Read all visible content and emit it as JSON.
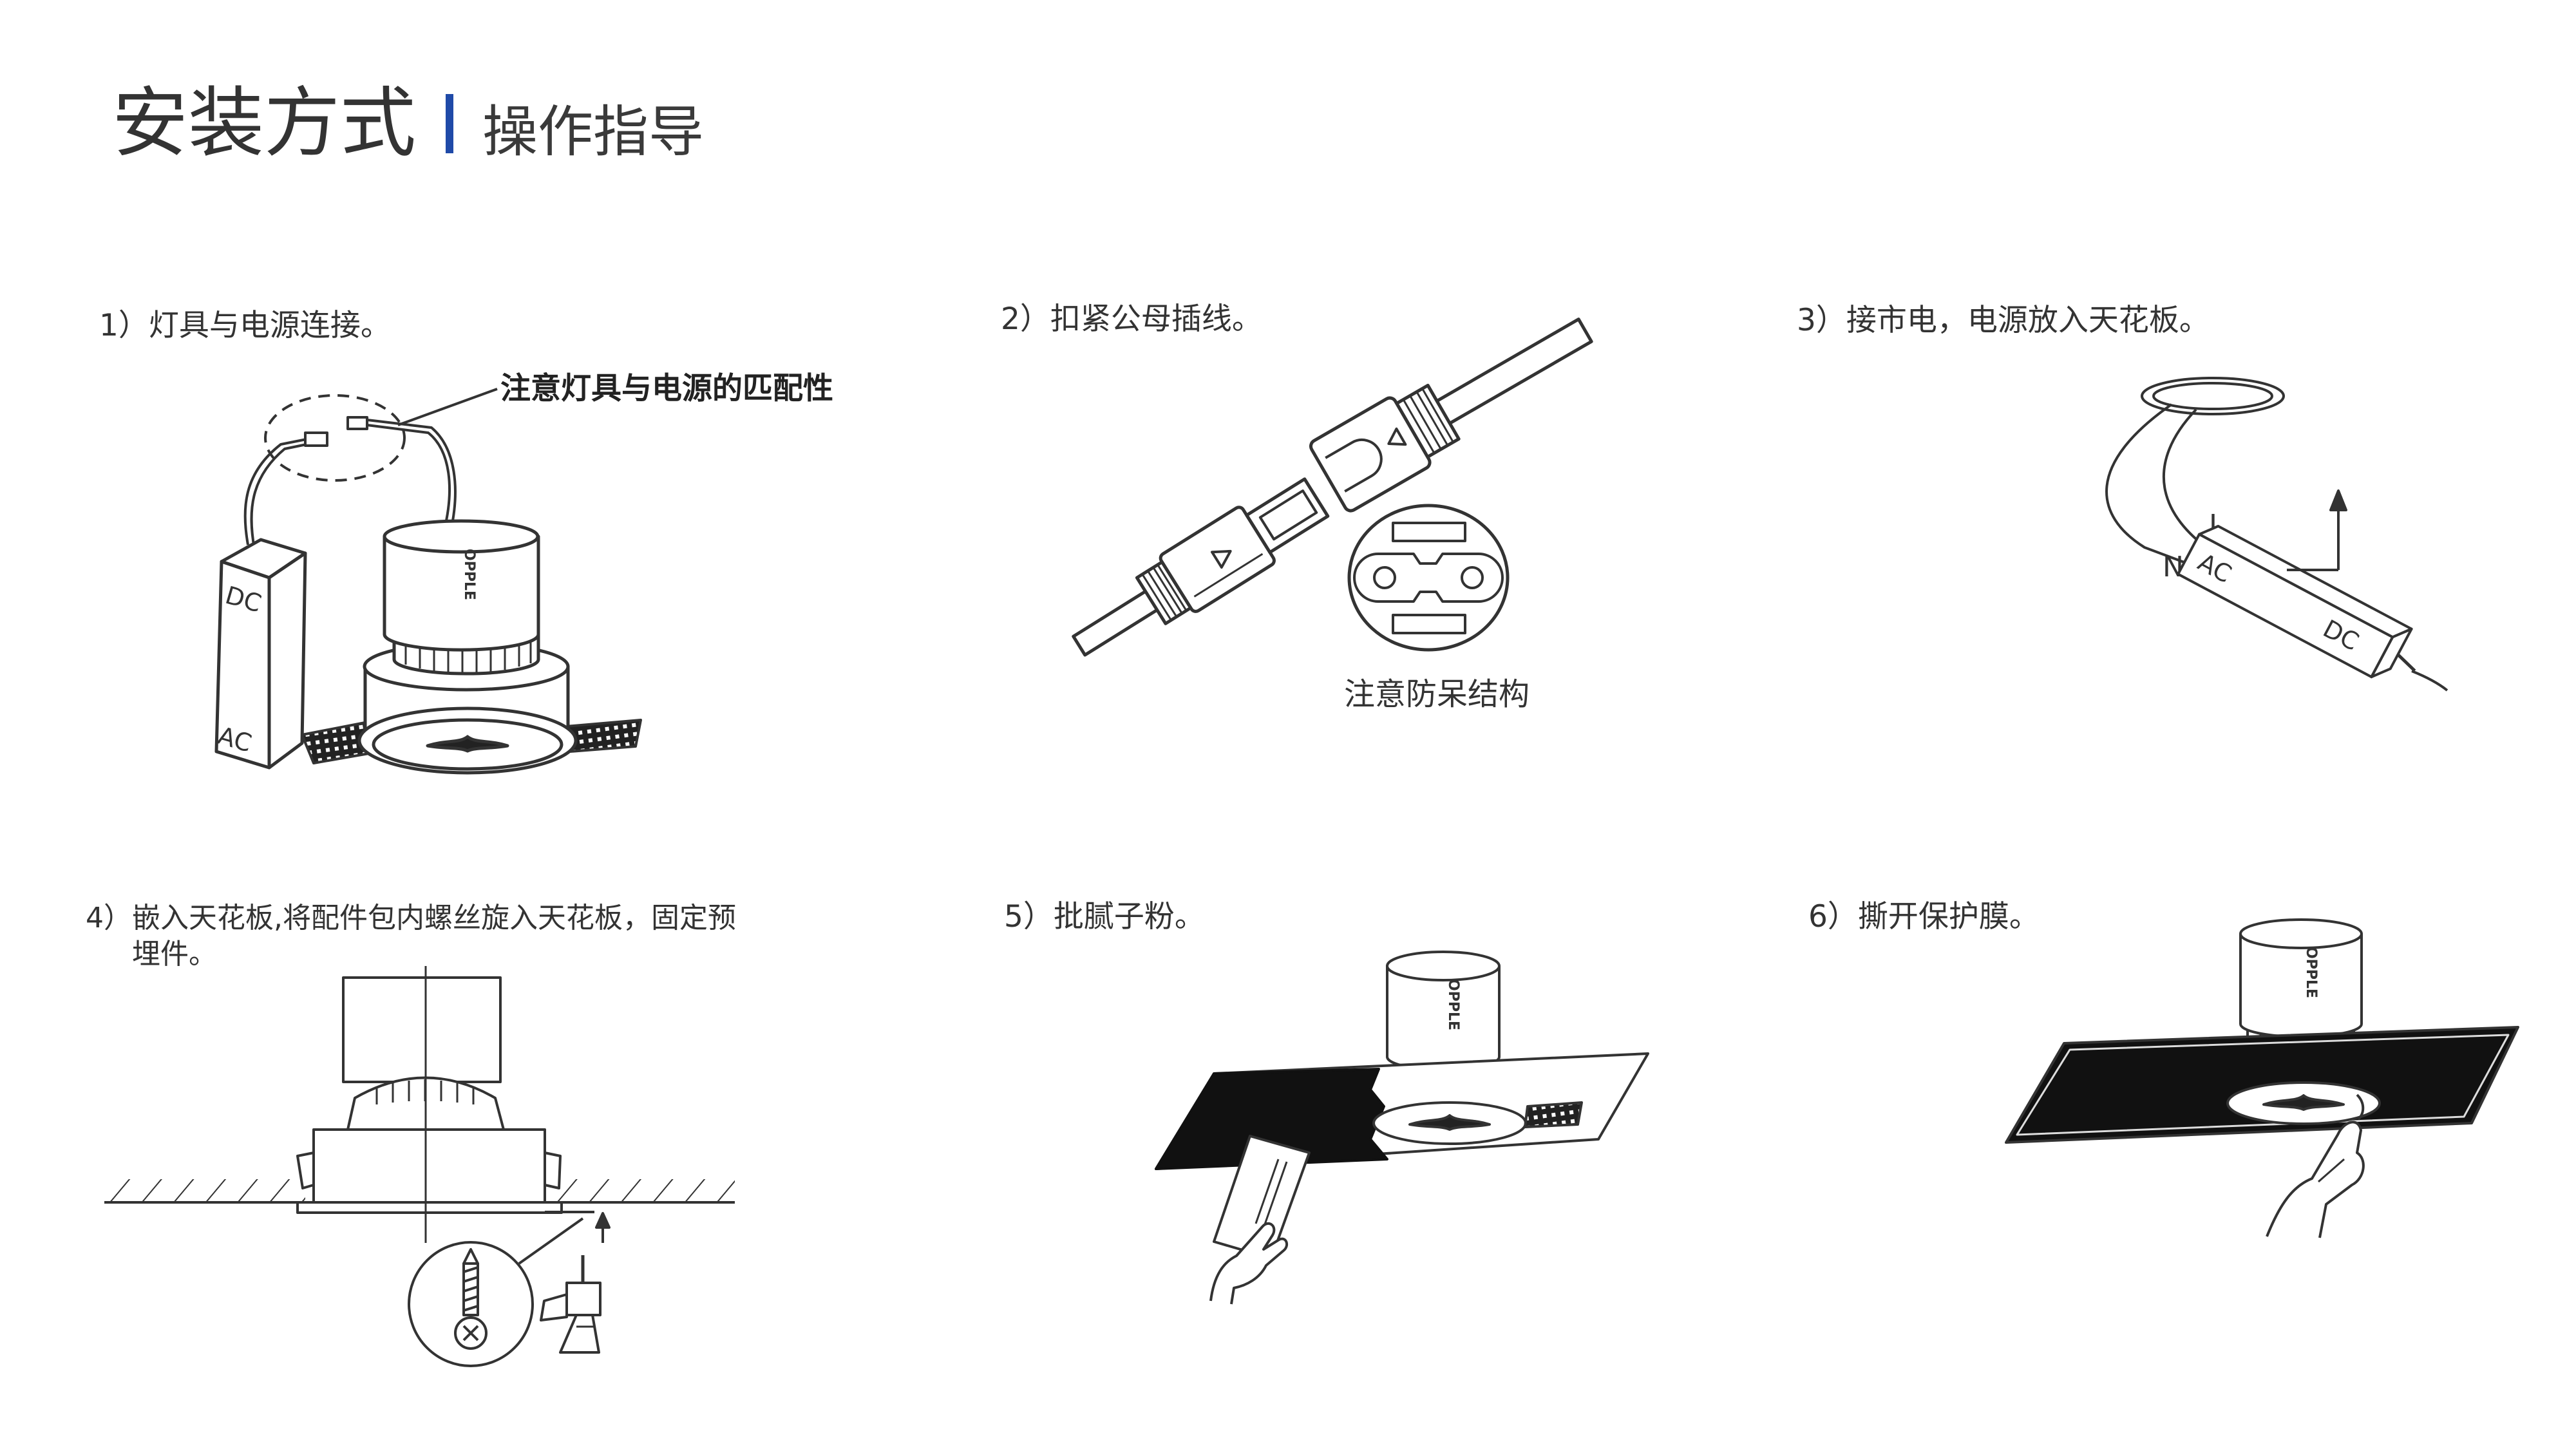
{
  "header": {
    "title": "安装方式",
    "subtitle": "操作指导",
    "accent_color": "#1f4aa8"
  },
  "steps": [
    {
      "label": "1）灯具与电源连接。",
      "note": "注意灯具与电源的匹配性",
      "box_labels": [
        "DC",
        "AC"
      ]
    },
    {
      "label": "2）扣紧公母插线。",
      "note": "注意防呆结构"
    },
    {
      "label": "3）接市电，电源放入天花板。",
      "wire_labels": [
        "L",
        "N"
      ],
      "box_labels": [
        "AC",
        "DC"
      ]
    },
    {
      "label_lines": [
        "4）嵌入天花板,将配件包内螺丝旋入天花板，固定预",
        "埋件。"
      ]
    },
    {
      "label": "5）批腻子粉。"
    },
    {
      "label": "6）撕开保护膜。"
    }
  ],
  "logo_text": "OPPLE",
  "icons": [
    "lamp-illustration",
    "driver-box-illustration",
    "connector-illustration",
    "screw-icon",
    "drill-icon",
    "hand-icon"
  ]
}
